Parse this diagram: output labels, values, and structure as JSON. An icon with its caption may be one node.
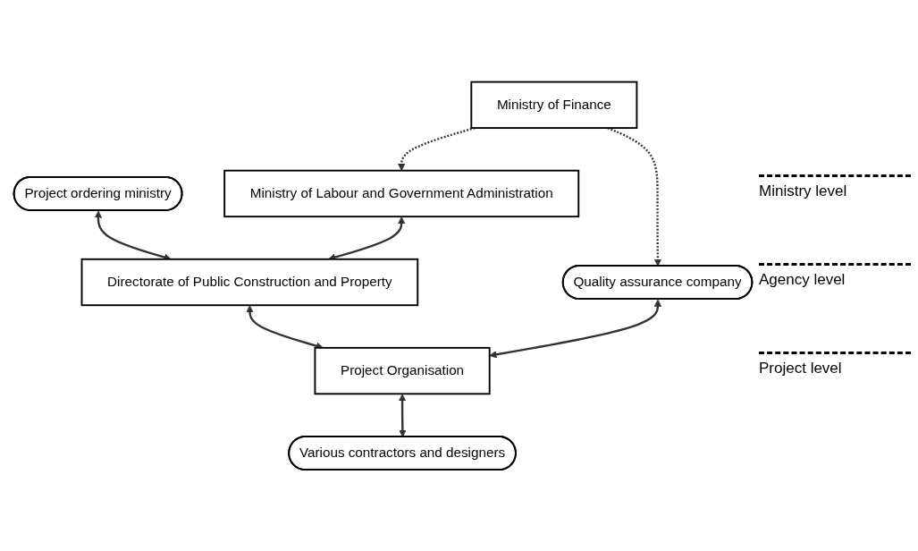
{
  "diagram": {
    "nodes": [
      {
        "text": [
          "Ministry of Finance"
        ]
      },
      {
        "text": [
          "Quality assurance company"
        ]
      },
      {
        "text": [
          "Project ordering ministry"
        ]
      },
      {
        "text": [
          "Ministry of Labour and Government Administration"
        ]
      },
      {
        "text": [
          "Directorate of Public Construction and Property"
        ]
      },
      {
        "text": [
          "Project Organisation"
        ]
      },
      {
        "text": [
          "Various contractors and designers"
        ]
      }
    ],
    "edges": [
      {
        "from": 0,
        "to": 1,
        "arrow": "to",
        "style": "dashed"
      },
      {
        "from": 0,
        "to": 3,
        "arrow": "to",
        "style": "dashed"
      },
      {
        "from": 2,
        "to": 4,
        "arrow": "both"
      },
      {
        "from": 3,
        "to": 4,
        "arrow": "both"
      },
      {
        "from": 4,
        "to": 5,
        "arrow": "both"
      },
      {
        "from": 1,
        "to": 5,
        "arrow": "both"
      },
      {
        "from": 5,
        "to": 6,
        "arrow": "both"
      }
    ],
    "labels": [
      "Ministry level",
      "Agency level",
      "Project level"
    ]
  }
}
